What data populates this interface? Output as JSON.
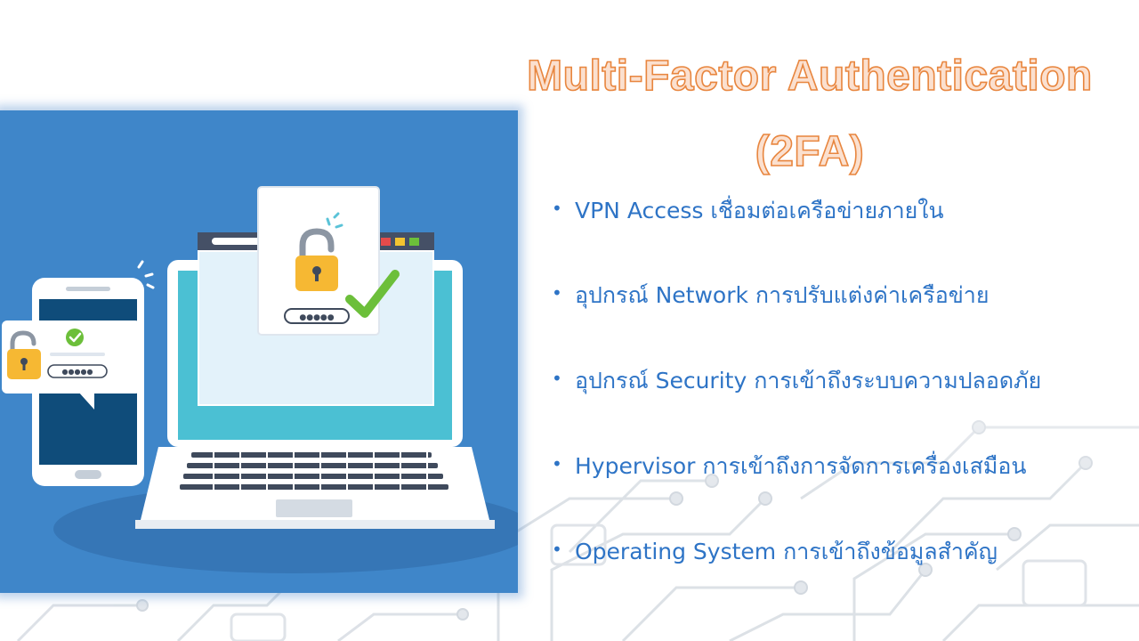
{
  "slide": {
    "title_line_1": "Multi-Factor Authentication",
    "title_line_2": "(2FA)",
    "bullets": [
      "VPN Access เชื่อมต่อเครือข่ายภายใน",
      "อุปกรณ์ Network การปรับแต่งค่าเครือข่าย",
      "อุปกรณ์ Security การเข้าถึงระบบความปลอดภัย",
      "Hypervisor การเข้าถึงการจัดการเครื่องเสมือน",
      "Operating System การเข้าถึงข้อมูลสำคัญ"
    ],
    "bullet_glyph": "•",
    "password_mask": "●●●●●"
  },
  "colors": {
    "title_fill": "#fbe0cf",
    "title_stroke": "#e8863f",
    "bullet_text": "#2e74c6",
    "panel_blue": "#3f86c9",
    "lock_yellow": "#f6b833",
    "check_green": "#6cbf3a",
    "screen_teal": "#4bc0d3"
  },
  "icons": [
    "laptop-icon",
    "smartphone-icon",
    "padlock-icon",
    "checkmark-icon",
    "password-field-icon",
    "chat-bubble-icon"
  ]
}
